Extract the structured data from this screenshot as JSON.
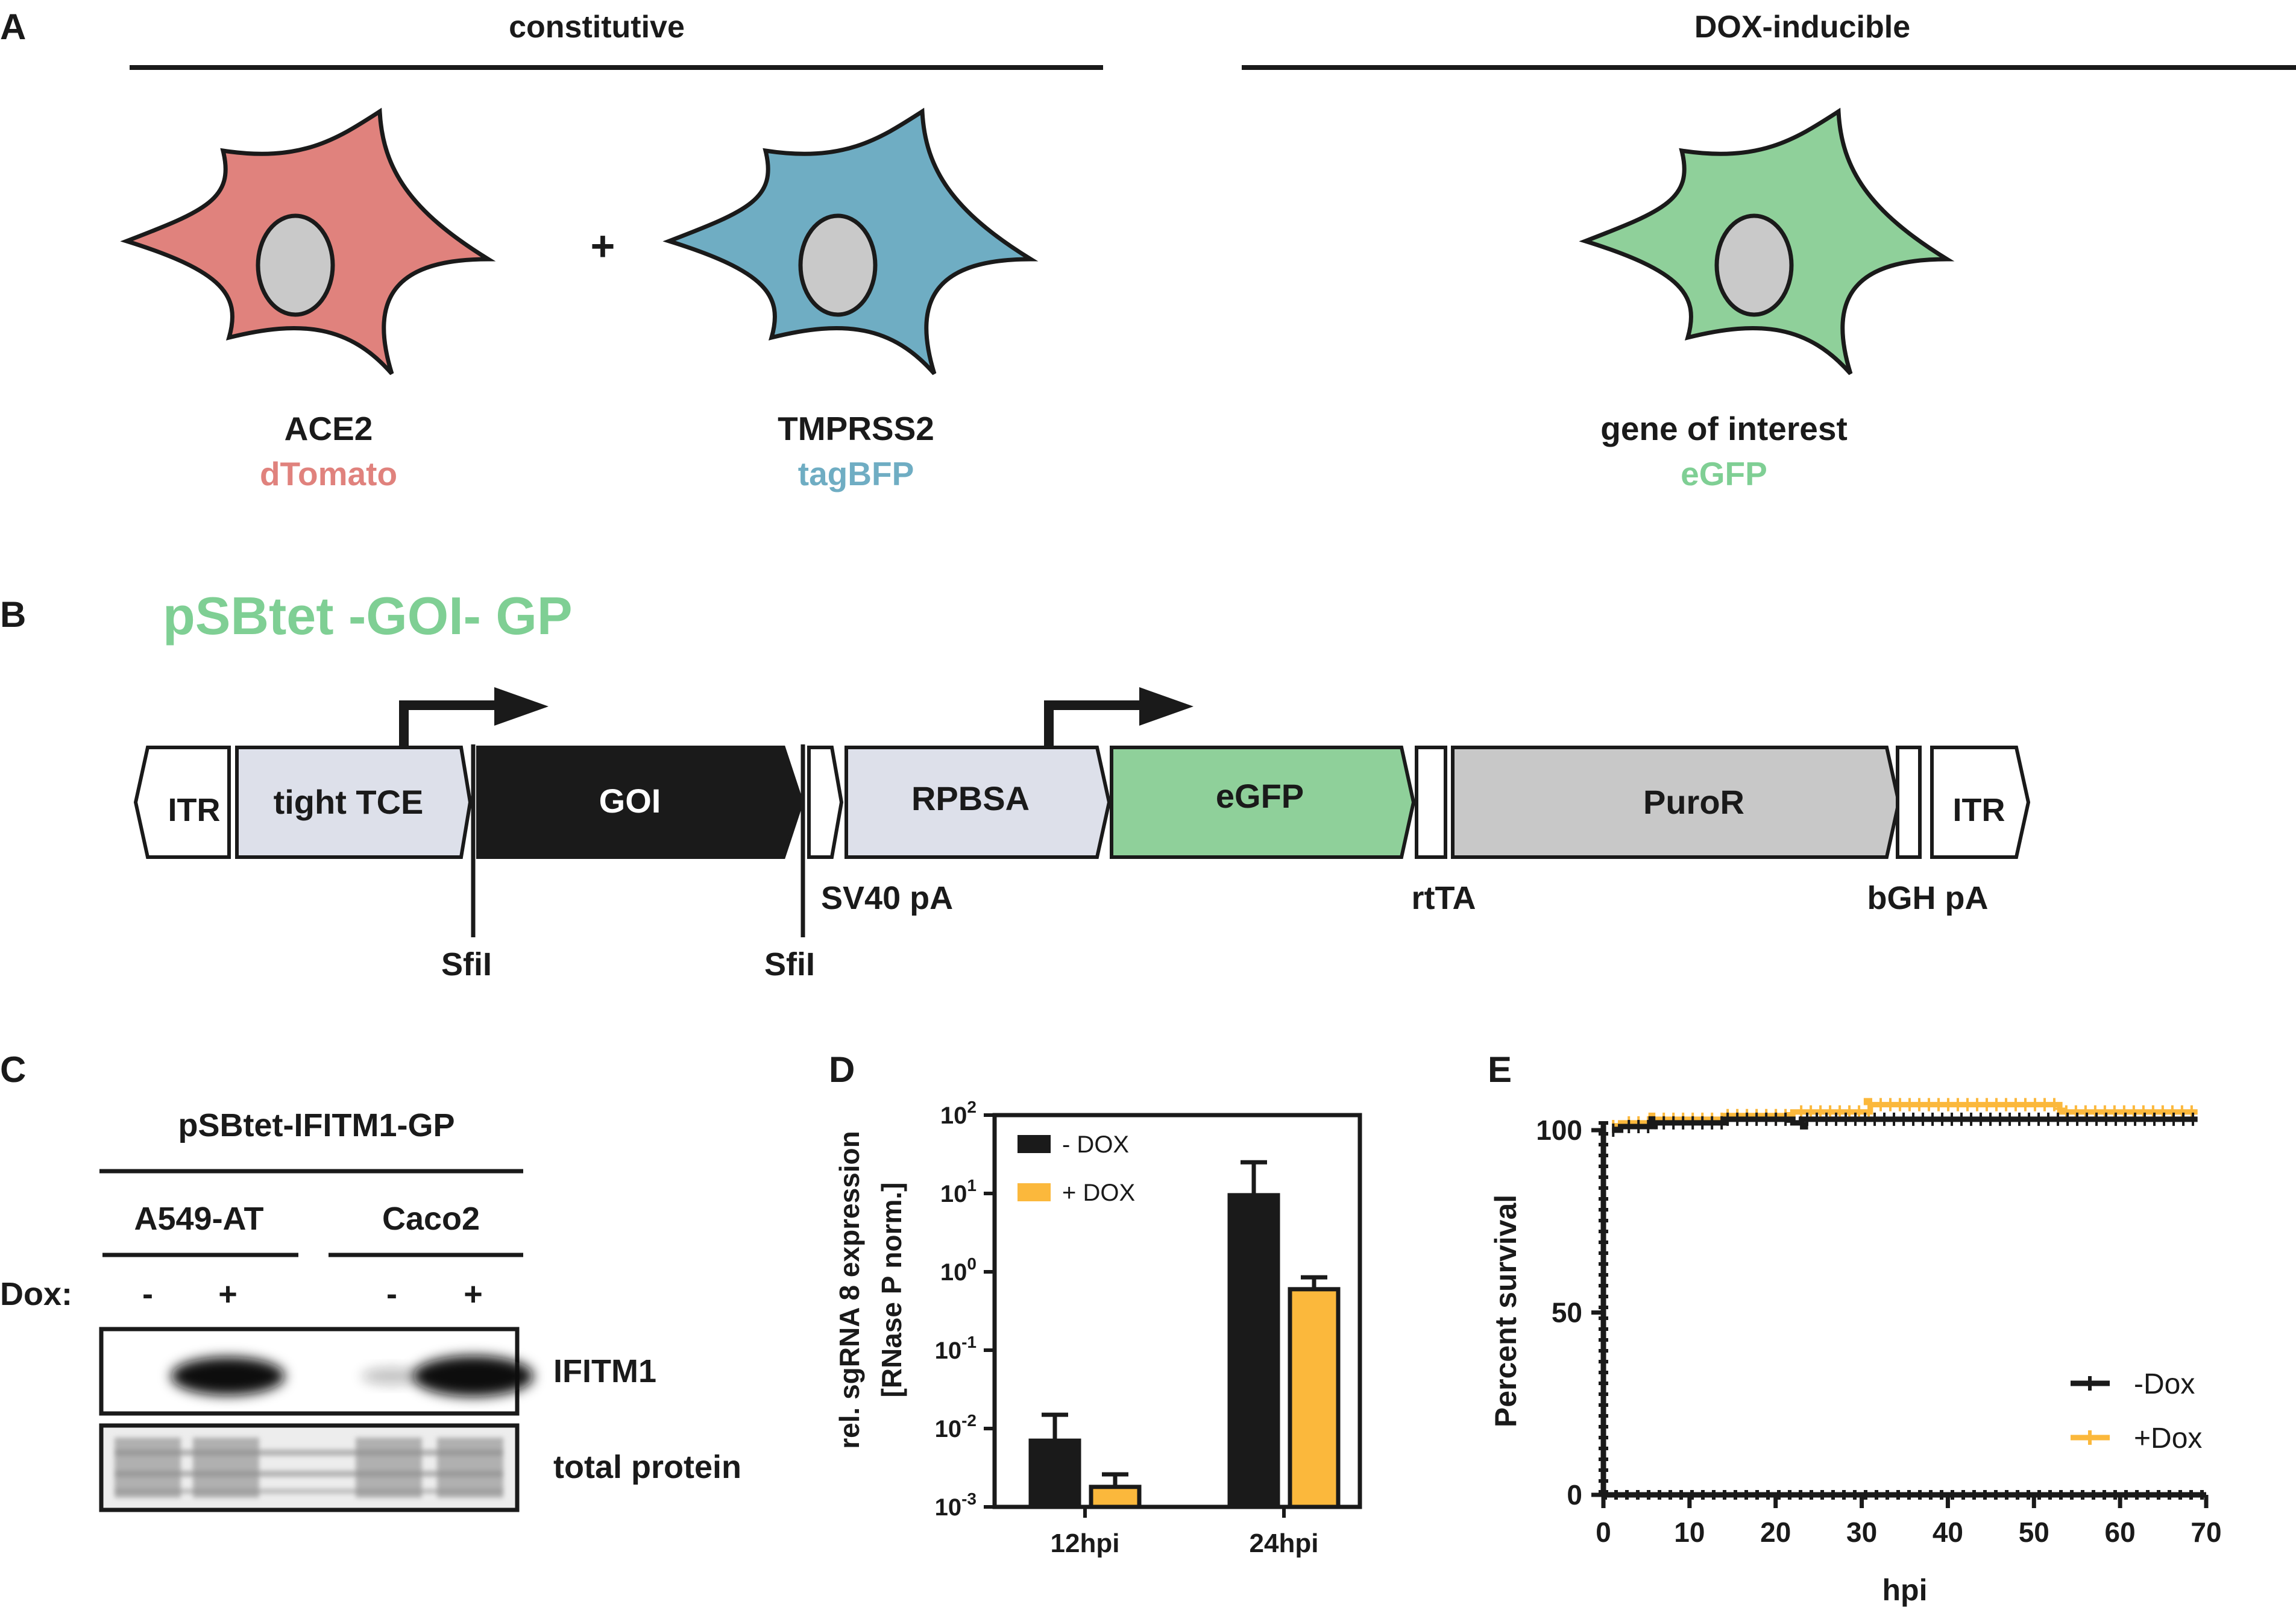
{
  "colors": {
    "ink": "#1a1a1a",
    "red": "#e0827d",
    "blue": "#6fadc3",
    "green": "#8fd09a",
    "green_text": "#7fcf94",
    "grey_nucleus": "#c9c9c9",
    "pale_box": "#dde0ea",
    "grey_box": "#c8c8c8",
    "orange": "#fbb83c"
  },
  "panel_a": {
    "letter": "A",
    "constitutive": "constitutive",
    "dox_inducible": "DOX-inducible",
    "plus": "+",
    "cells": [
      {
        "gene": "ACE2",
        "reporter": "dTomato",
        "color": "#e0827d"
      },
      {
        "gene": "TMPRSS2",
        "reporter": "tagBFP",
        "color": "#6fadc3"
      },
      {
        "gene": "gene of interest",
        "reporter": "eGFP",
        "color": "#8fd09a"
      }
    ]
  },
  "panel_b": {
    "letter": "B",
    "title": "pSBtet -GOI- GP",
    "elements": {
      "itr_left": "ITR",
      "tight_tce": "tight TCE",
      "goi": "GOI",
      "rpbsa": "RPBSA",
      "egfp": "eGFP",
      "puror": "PuroR",
      "itr_right": "ITR"
    },
    "labels": {
      "sfil_1": "SfiI",
      "sfil_2": "SfiI",
      "sv40": "SV40 pA",
      "rtta": "rtTA",
      "bgh": "bGH pA"
    }
  },
  "panel_c": {
    "letter": "C",
    "construct": "pSBtet-IFITM1-GP",
    "cell_lines": [
      "A549-AT",
      "Caco2"
    ],
    "dox_label": "Dox:",
    "dox_states": [
      "-",
      "+",
      "-",
      "+"
    ],
    "blot_labels": [
      "IFITM1",
      "total protein"
    ],
    "ifitm1_band_intensity": [
      0.0,
      0.9,
      0.1,
      1.0
    ]
  },
  "panel_d": {
    "letter": "D",
    "ylabel_lines": [
      "rel. sgRNA 8 expression",
      "[RNase P norm.]"
    ],
    "legend": [
      "- DOX",
      "+ DOX"
    ]
  },
  "panel_e": {
    "letter": "E",
    "legend": [
      "-Dox",
      "+Dox"
    ]
  },
  "chart_data": [
    {
      "type": "bar",
      "panel": "D",
      "title": "",
      "xlabel": "",
      "ylabel": "rel. sgRNA 8 expression [RNase P norm.]",
      "yscale": "log",
      "ylim": [
        0.001,
        100
      ],
      "yticks": [
        {
          "value": 0.001,
          "base": "10",
          "exp": "-3"
        },
        {
          "value": 0.01,
          "base": "10",
          "exp": "-2"
        },
        {
          "value": 0.1,
          "base": "10",
          "exp": "-1"
        },
        {
          "value": 1,
          "base": "10",
          "exp": "0"
        },
        {
          "value": 10,
          "base": "10",
          "exp": "1"
        },
        {
          "value": 100,
          "base": "10",
          "exp": "2"
        }
      ],
      "categories": [
        "12hpi",
        "24hpi"
      ],
      "series": [
        {
          "name": "- DOX",
          "color": "#1a1a1a",
          "values": [
            0.007,
            9.5
          ],
          "error_upper": [
            0.015,
            25
          ]
        },
        {
          "name": "+ DOX",
          "color": "#fbb83c",
          "values": [
            0.0018,
            0.6
          ],
          "error_upper": [
            0.0026,
            0.85
          ]
        }
      ],
      "legend_position": "top-left"
    },
    {
      "type": "line",
      "panel": "E",
      "title": "",
      "xlabel": "hpi",
      "ylabel": "Percent survival",
      "xlim": [
        0,
        70
      ],
      "ylim": [
        0,
        100
      ],
      "xticks": [
        0,
        10,
        20,
        30,
        40,
        50,
        60,
        70
      ],
      "yticks": [
        0,
        50,
        100
      ],
      "series": [
        {
          "name": "-Dox",
          "color": "#1a1a1a",
          "x": [
            1,
            2,
            6,
            14,
            22,
            23,
            69
          ],
          "y": [
            100,
            101,
            102,
            103,
            102,
            103,
            103
          ]
        },
        {
          "name": "+Dox",
          "color": "#fbb83c",
          "x": [
            1,
            2,
            6,
            14,
            22,
            31,
            53,
            69
          ],
          "y": [
            101,
            102,
            103,
            104,
            105,
            107,
            105,
            105
          ]
        }
      ],
      "legend_position": "bottom-right"
    }
  ]
}
